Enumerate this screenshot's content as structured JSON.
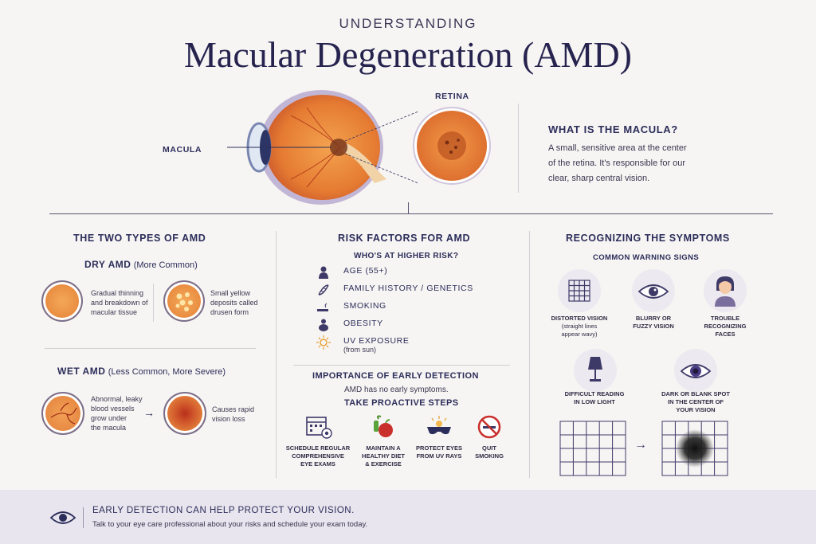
{
  "header": {
    "sup_title": "UNDERSTANDING",
    "title": "Macular Degeneration (AMD)"
  },
  "eye": {
    "macula_label": "MACULA",
    "retina_label": "RETINA"
  },
  "macula_info": {
    "heading": "WHAT IS THE MACULA?",
    "line1": "A small, sensitive area at the center",
    "line2": "of the retina. It's responsible for our",
    "line3": "clear, sharp central vision."
  },
  "types": {
    "heading": "THE TWO TYPES OF AMD",
    "dry_title": "DRY AMD",
    "dry_sub": "(More Common)",
    "dry_a1": "Gradual thinning",
    "dry_a2": "and breakdown of",
    "dry_a3": "macular tissue",
    "dry_b1": "Small yellow",
    "dry_b2": "deposits called",
    "dry_b3": "drusen form",
    "wet_title": "WET AMD",
    "wet_sub": "(Less Common, More Severe)",
    "wet_a1": "Abnormal, leaky",
    "wet_a2": "blood vessels",
    "wet_a3": "grow under",
    "wet_a4": "the macula",
    "wet_b1": "Causes rapid",
    "wet_b2": "vision loss"
  },
  "risk": {
    "heading": "RISK FACTORS FOR AMD",
    "sub": "WHO'S AT HIGHER RISK?",
    "items": [
      {
        "label": "AGE (55+)",
        "icon": "person-icon"
      },
      {
        "label": "FAMILY HISTORY / GENETICS",
        "icon": "dna-icon"
      },
      {
        "label": "SMOKING",
        "icon": "cigarette-icon"
      },
      {
        "label": "OBESITY",
        "icon": "body-icon"
      },
      {
        "label": "UV EXPOSURE",
        "icon": "sun-icon"
      }
    ],
    "uv_note": "(from sun)"
  },
  "early": {
    "heading": "IMPORTANCE OF EARLY DETECTION",
    "note": "AMD has no early symptoms.",
    "steps_heading": "TAKE PROACTIVE STEPS",
    "s1a": "SCHEDULE REGULAR",
    "s1b": "COMPREHENSIVE",
    "s1c": "EYE EXAMS",
    "s2a": "MAINTAIN A",
    "s2b": "HEALTHY DIET",
    "s2c": "& EXERCISE",
    "s3a": "PROTECT EYES",
    "s3b": "FROM UV RAYS",
    "s4a": "QUIT",
    "s4b": "SMOKING"
  },
  "symptoms": {
    "heading": "RECOGNIZING THE SYMPTOMS",
    "sub": "COMMON WARNING SIGNS",
    "d1": "DISTORTED VISION",
    "d2": "(straight lines",
    "d3": "appear wavy)",
    "b1": "BLURRY OR",
    "b2": "FUZZY VISION",
    "t1": "TROUBLE",
    "t2": "RECOGNIZING",
    "t3": "FACES",
    "l1": "DIFFICULT READING",
    "l2": "IN LOW LIGHT",
    "k1": "DARK OR BLANK SPOT",
    "k2": "IN THE CENTER OF",
    "k3": "YOUR VISION"
  },
  "footer": {
    "title": "EARLY DETECTION CAN HELP PROTECT YOUR VISION.",
    "text": "Talk to your eye care professional about your risks and schedule your exam today."
  },
  "colors": {
    "navy": "#2b2d5a",
    "orange": "#e98a3c",
    "footer_bg": "#e8e5ee"
  }
}
